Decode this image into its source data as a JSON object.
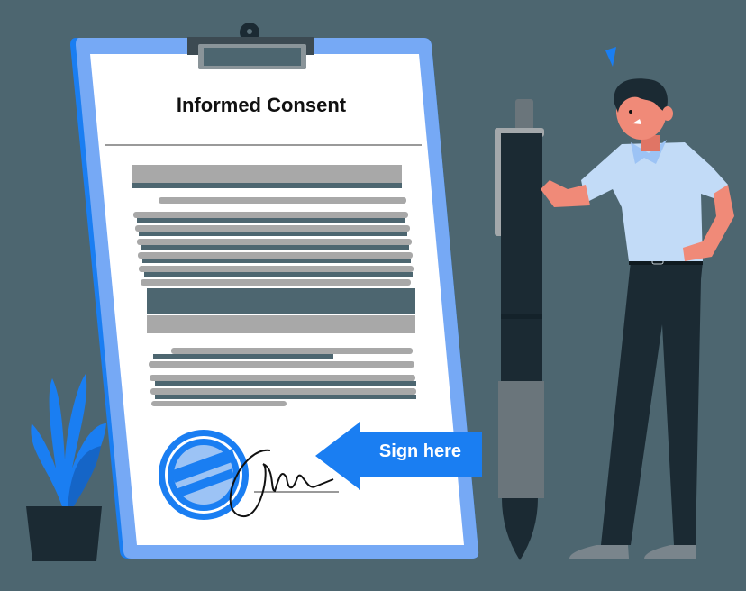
{
  "illustration": {
    "document": {
      "title": "Informed Consent",
      "redacted_line_count": 18
    },
    "callout": {
      "label": "Sign here",
      "icon": "arrow-left-icon"
    },
    "elements": [
      "clipboard",
      "stamp",
      "signature",
      "giant-pen",
      "man-character",
      "potted-plant",
      "blue-cursor-pointer"
    ],
    "colors": {
      "background": "#4d6670",
      "clipboard": "#76a9f5",
      "accent_blue": "#1a7ef2",
      "dark": "#1b2a33",
      "paper": "#ffffff",
      "redaction": "#a8a8a8",
      "shirt": "#c2dbf7",
      "skin": "#f08a78",
      "shoes": "#7a858c"
    }
  }
}
